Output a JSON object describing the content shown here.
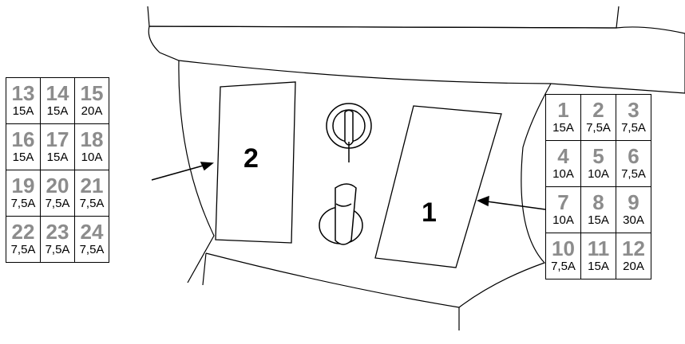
{
  "box_labels": {
    "box_2": "2",
    "box_1": "1"
  },
  "fuse_panel_2": [
    [
      {
        "num": "13",
        "amp": "15A"
      },
      {
        "num": "14",
        "amp": "15A"
      },
      {
        "num": "15",
        "amp": "20A"
      }
    ],
    [
      {
        "num": "16",
        "amp": "15A"
      },
      {
        "num": "17",
        "amp": "15A"
      },
      {
        "num": "18",
        "amp": "10A"
      }
    ],
    [
      {
        "num": "19",
        "amp": "7,5A"
      },
      {
        "num": "20",
        "amp": "7,5A"
      },
      {
        "num": "21",
        "amp": "7,5A"
      }
    ],
    [
      {
        "num": "22",
        "amp": "7,5A"
      },
      {
        "num": "23",
        "amp": "7,5A"
      },
      {
        "num": "24",
        "amp": "7,5A"
      }
    ]
  ],
  "fuse_panel_1": [
    [
      {
        "num": "1",
        "amp": "15A"
      },
      {
        "num": "2",
        "amp": "7,5A"
      },
      {
        "num": "3",
        "amp": "7,5A"
      }
    ],
    [
      {
        "num": "4",
        "amp": "10A"
      },
      {
        "num": "5",
        "amp": "10A"
      },
      {
        "num": "6",
        "amp": "7,5A"
      }
    ],
    [
      {
        "num": "7",
        "amp": "10A"
      },
      {
        "num": "8",
        "amp": "15A"
      },
      {
        "num": "9",
        "amp": "30A"
      }
    ],
    [
      {
        "num": "10",
        "amp": "7,5A"
      },
      {
        "num": "11",
        "amp": "15A"
      },
      {
        "num": "12",
        "amp": "20A"
      }
    ]
  ],
  "colors": {
    "fuse_number": "#8c8c8c",
    "line": "#000000"
  },
  "icons": [
    "ignition-key-icon",
    "light-switch-knob-icon",
    "arrow-icon"
  ]
}
